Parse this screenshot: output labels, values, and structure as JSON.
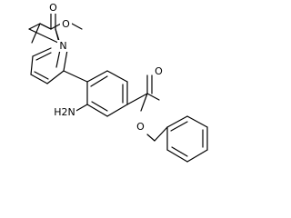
{
  "molecule": {
    "atoms": {
      "pyridine_n": "N",
      "ester1_carbonyl_o": "O",
      "ester1_ether_o": "O",
      "amine": "H2N",
      "ester2_carbonyl_o": "O",
      "ester2_ether_o": "O"
    }
  }
}
